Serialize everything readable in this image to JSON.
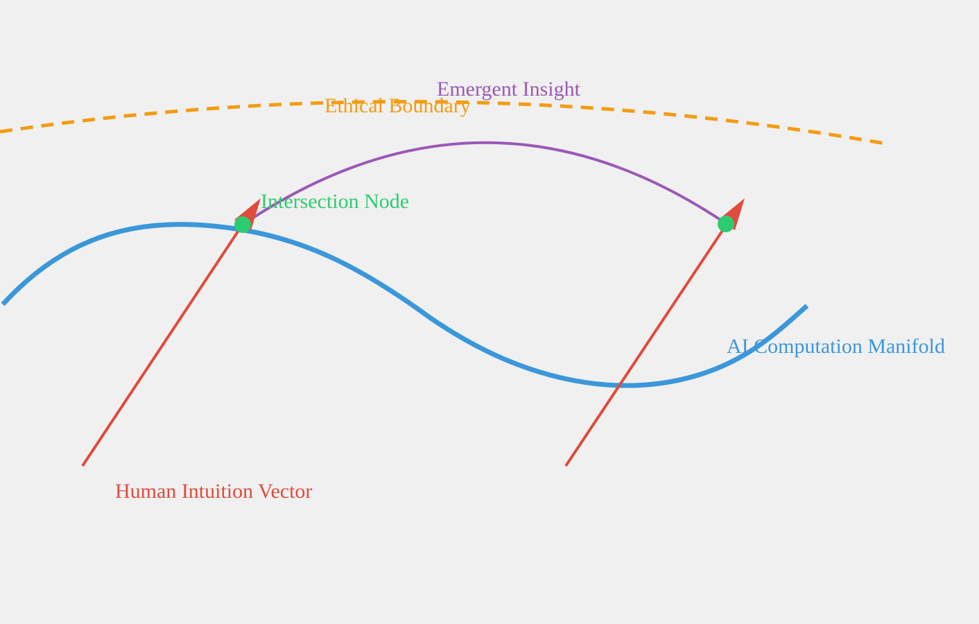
{
  "labels": {
    "emergent_insight": "Emergent Insight",
    "ethical_boundary": "Ethical Boundary",
    "intersection_node": "Intersection Node",
    "ai_manifold": "AI Computation Manifold",
    "human_vector": "Human Intuition Vector"
  },
  "colors": {
    "background": "#f0f0f0",
    "manifold": "#3b97da",
    "vector": "#e04b3c",
    "node": "#2ecc71",
    "insight": "#9b59b6",
    "boundary": "#f39c12"
  }
}
